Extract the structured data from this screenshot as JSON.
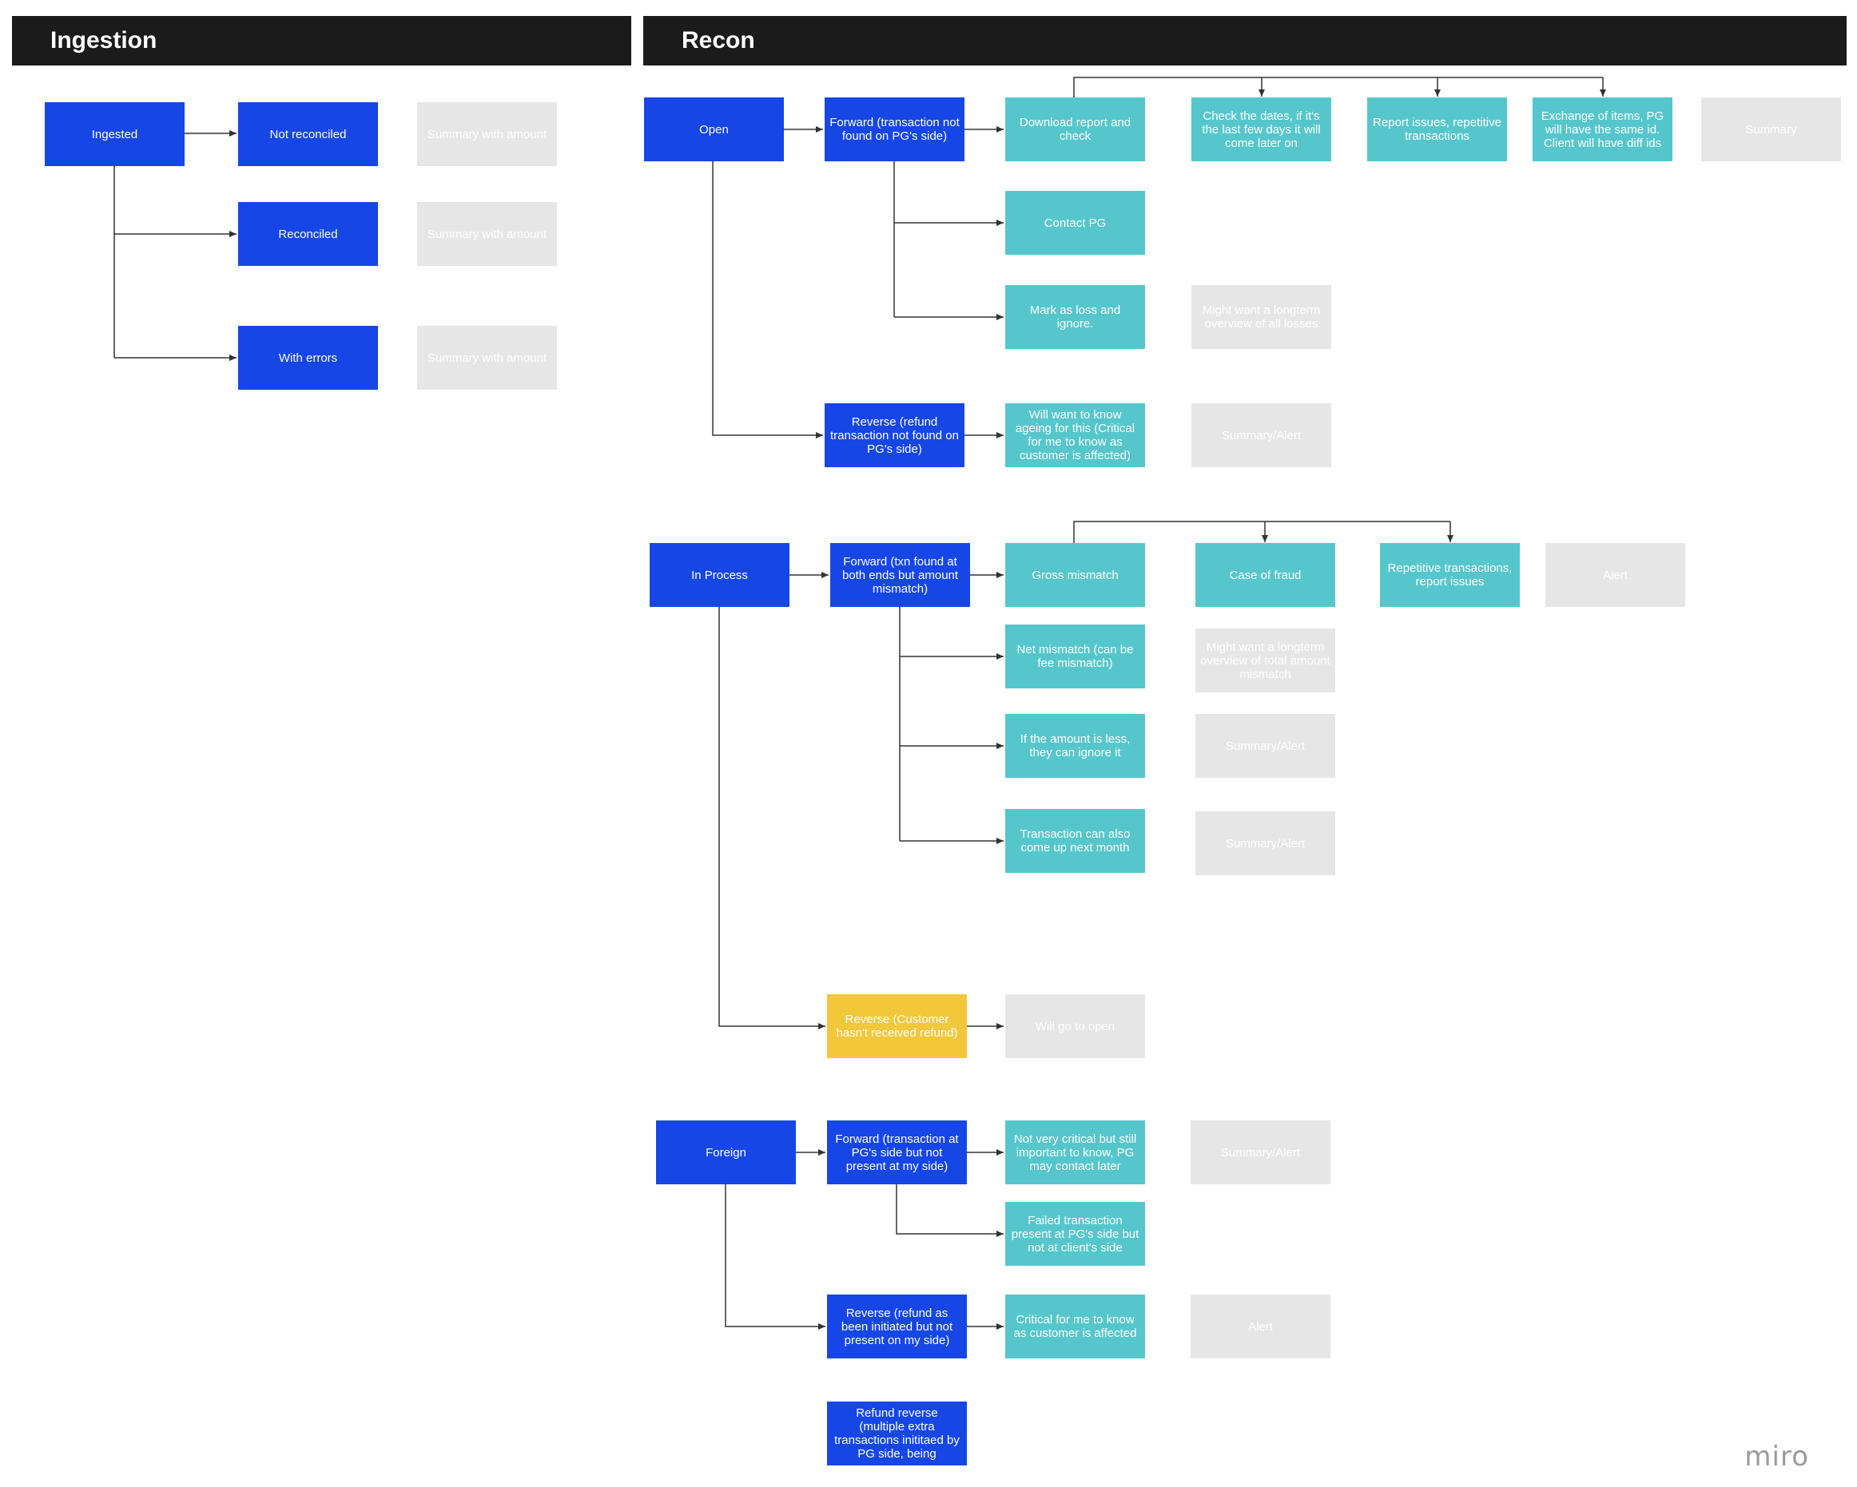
{
  "headers": {
    "ingestion": "Ingestion",
    "recon": "Recon"
  },
  "ingestion": {
    "ingested": "Ingested",
    "not_reconciled": "Not reconciled",
    "reconciled": "Reconciled",
    "with_errors": "With errors",
    "summary_not_reconciled": "Summary with amount",
    "summary_reconciled": "Summary with amount",
    "summary_with_errors": "Summary with amount"
  },
  "open": {
    "label": "Open",
    "forward": "Forward (transaction not found on PG's side)",
    "download_report": "Download report and check",
    "check_dates": "Check the dates, if it's the last few days it will come later on",
    "report_issues": "Report issues, repetitive transactions",
    "exchange_items": "Exchange of items, PG will have the same id. Client will have diff ids",
    "summary": "Summary",
    "contact_pg": "Contact PG",
    "mark_loss": "Mark as loss and ignore.",
    "longterm_losses": "Might want a longterm overview of all losses",
    "reverse": "Reverse (refund transaction not found on PG's side)",
    "ageing": "Will want to know ageing for this (Critical for me to know as customer is affected)",
    "summary_alert": "Summary/Alert"
  },
  "in_process": {
    "label": "In Process",
    "forward": "Forward (txn found at both ends but amount mismatch)",
    "gross_mismatch": "Gross mismatch",
    "case_of_fraud": "Case of fraud",
    "repetitive": "Repetitive transactions, report issues",
    "alert": "Alert",
    "net_mismatch": "Net mismatch (can be fee mismatch)",
    "longterm_mismatch": "Might want a longterm overview of total amount mismatch",
    "amount_less": "If the amount is less, they can ignore it",
    "summary_alert_1": "Summary/Alert",
    "next_month": "Transaction can also come up next month",
    "summary_alert_2": "Summary/Alert",
    "reverse": "Reverse (Customer hasn't received refund)",
    "go_to_open": "Will go to open"
  },
  "foreign": {
    "label": "Foreign",
    "forward": "Forward (transaction at PG's side but not present at my side)",
    "not_critical": "Not very critical but still important to know, PG may contact later",
    "summary_alert": "Summary/Alert",
    "failed": "Failed transaction present at PG's side but not at client's side",
    "reverse": "Reverse (refund as been initiated but not present on my side)",
    "critical": "Critical for me to know as customer is affected",
    "alert": "Alert",
    "refund_reverse": "Refund reverse (multiple extra transactions inititaed by PG side, being"
  },
  "logo": "miro",
  "colors": {
    "header": "#1b1b1b",
    "primary_blue": "#1646e6",
    "teal": "#55c7cc",
    "placeholder_gray": "#e6e6e6",
    "warning_yellow": "#f3c73a",
    "connector": "#333333"
  }
}
